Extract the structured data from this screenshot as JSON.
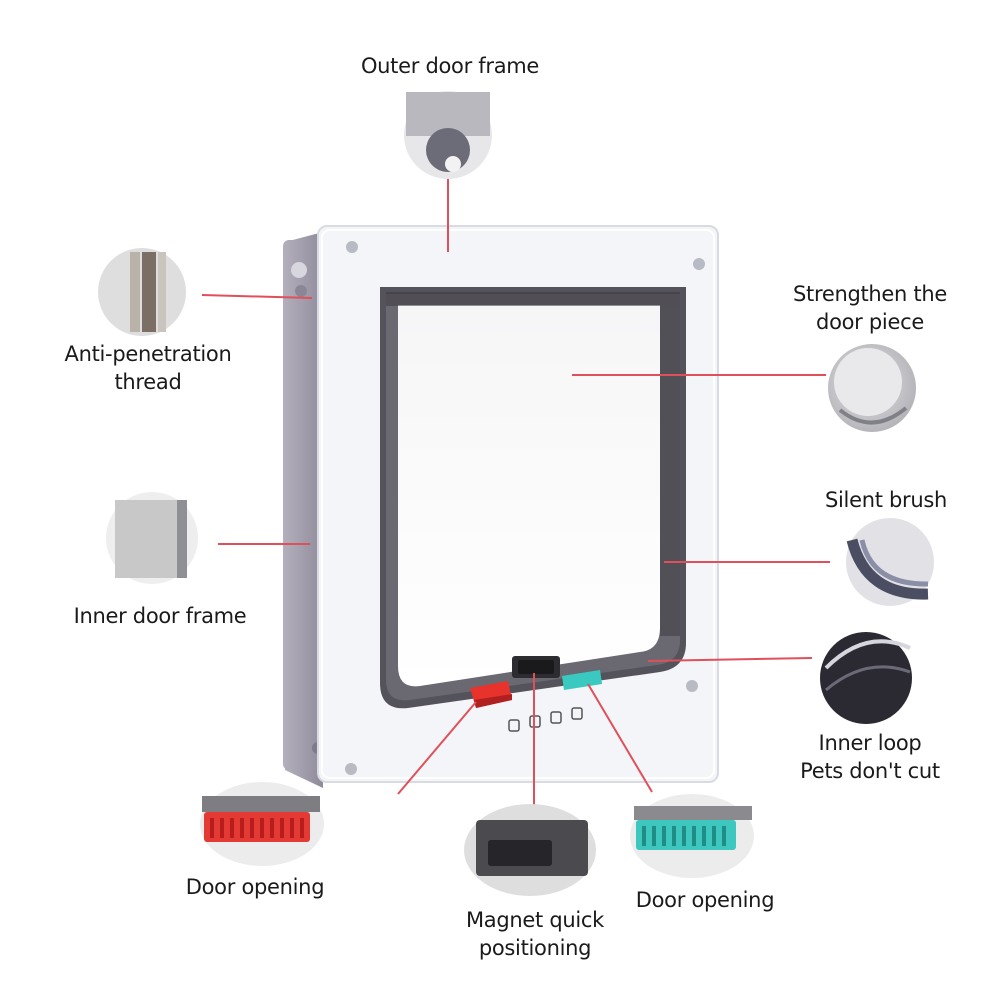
{
  "labels": {
    "outer_door_frame": "Outer door frame",
    "anti_penetration": [
      "Anti-penetration",
      "thread"
    ],
    "strengthen": [
      "Strengthen the",
      "door piece"
    ],
    "silent_brush": "Silent brush",
    "inner_door_frame": "Inner door frame",
    "inner_loop": [
      "Inner loop",
      "Pets don't cut"
    ],
    "door_opening_left": "Door opening",
    "magnet": [
      "Magnet quick",
      "positioning"
    ],
    "door_opening_right": "Door opening"
  },
  "colors": {
    "callout_line": "#e0505a",
    "frame_outer": "#f4f5f8",
    "frame_back": "#a9a6b3",
    "brush": "#5b5b5b",
    "lock_red": "#e8322c",
    "lock_teal": "#39c9c0"
  }
}
